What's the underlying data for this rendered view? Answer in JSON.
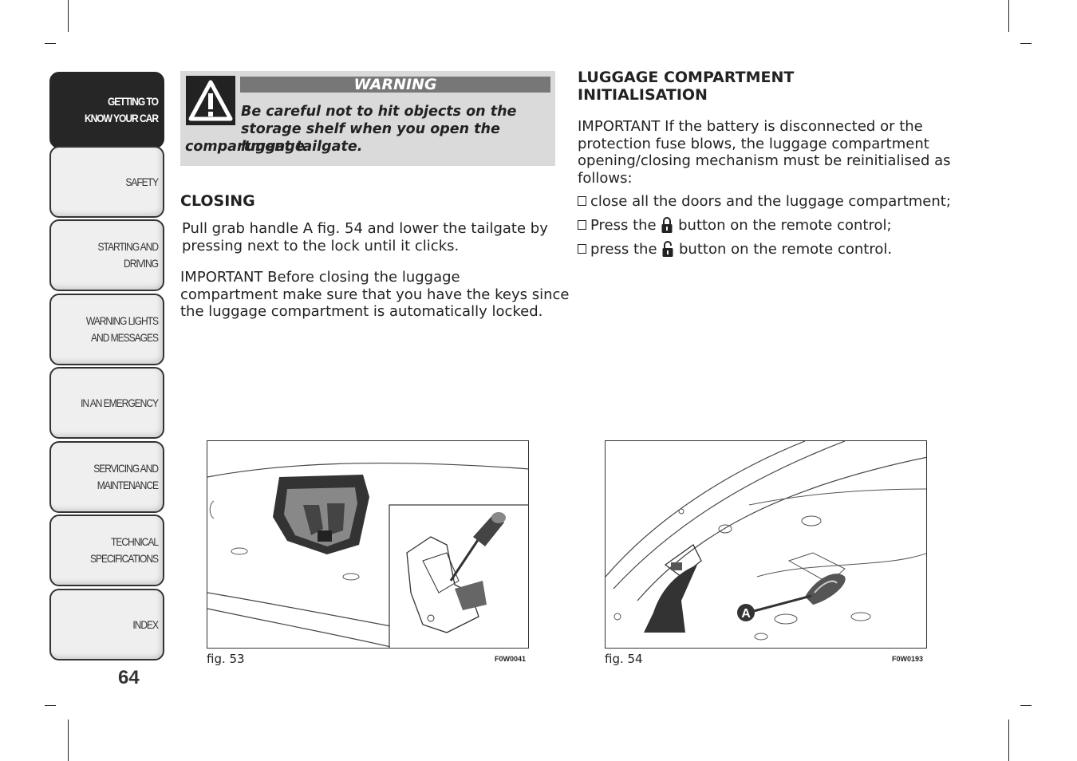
{
  "sidebar": {
    "tabs": [
      {
        "label_line1": "GETTING TO",
        "label_line2": "KNOW YOUR CAR",
        "active": true
      },
      {
        "label_line1": "SAFETY",
        "label_line2": ""
      },
      {
        "label_line1": "STARTING AND",
        "label_line2": "DRIVING"
      },
      {
        "label_line1": "WARNING LIGHTS",
        "label_line2": "AND MESSAGES"
      },
      {
        "label_line1": "IN AN EMERGENCY",
        "label_line2": ""
      },
      {
        "label_line1": "SERVICING AND",
        "label_line2": "MAINTENANCE"
      },
      {
        "label_line1": "TECHNICAL",
        "label_line2": "SPECIFICATIONS"
      },
      {
        "label_line1": "INDEX",
        "label_line2": ""
      }
    ],
    "page_number": "64"
  },
  "warning": {
    "title": "WARNING",
    "line1": "Be careful not to hit objects on the",
    "line2": "storage shelf when you open the luggage",
    "line3": "compartment tailgate."
  },
  "closing": {
    "heading": "CLOSING",
    "para1_line1": "Pull grab handle A fig. 54 and lower the tailgate by",
    "para1_line2": "pressing next to the lock until it clicks.",
    "para2_line1": "IMPORTANT Before closing the luggage",
    "para2_line2": "compartment make sure that you have the keys since",
    "para2_line3": "the luggage compartment is automatically locked."
  },
  "initialisation": {
    "heading_line1": "LUGGAGE COMPARTMENT",
    "heading_line2": "INITIALISATION",
    "para_line1": "IMPORTANT If the battery is disconnected or the",
    "para_line2": "protection fuse blows, the luggage compartment",
    "para_line3": "opening/closing mechanism must be reinitialised as",
    "para_line4": "follows:",
    "bullet1": "close all the doors and the luggage compartment;",
    "bullet2_before": "Press the",
    "bullet2_after": "button on the remote control;",
    "bullet3_before": "press the",
    "bullet3_after": "button on the remote control."
  },
  "figures": {
    "fig53": {
      "caption": "fig. 53",
      "code": "F0W0041"
    },
    "fig54": {
      "caption": "fig. 54",
      "code": "F0W0193",
      "callout": "A"
    }
  },
  "icons": [
    "warning-triangle-icon",
    "lock-closed-icon",
    "lock-open-icon",
    "checkbox-bullet-icon"
  ]
}
